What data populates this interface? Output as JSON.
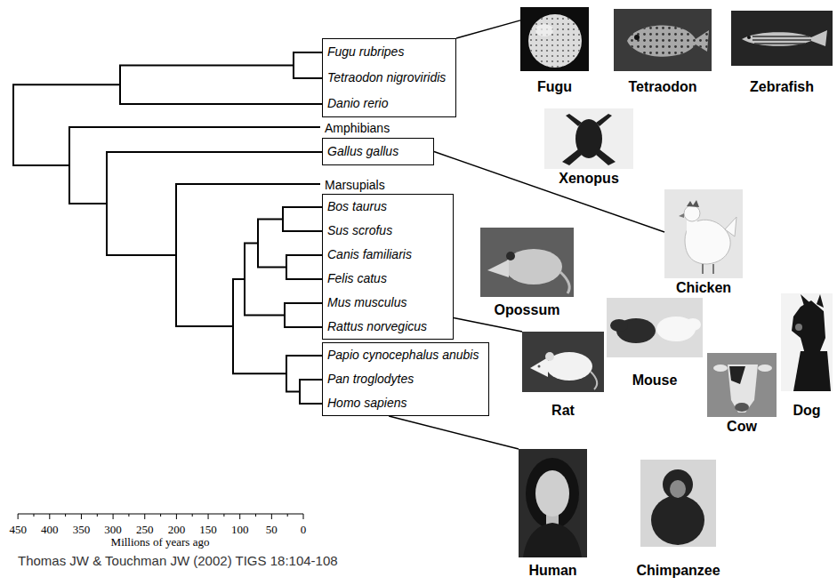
{
  "diagram": {
    "nodes": [
      {
        "text": [
          "Fugu rubripes",
          "Tetraodon nigroviridis",
          "Danio rerio"
        ]
      },
      {
        "text": [
          "Fugu"
        ]
      },
      {
        "text": [
          "Tetraodon"
        ]
      },
      {
        "text": [
          "Zebrafish"
        ]
      },
      {
        "text": [
          "Xenopus"
        ]
      },
      {
        "text": [
          "Gallus gallus"
        ]
      },
      {
        "text": [
          "Chicken"
        ]
      },
      {
        "text": [
          "Opossum"
        ]
      },
      {
        "text": [
          "Bos taurus",
          "Sus scrofus",
          "Canis familiaris",
          "Felis catus",
          "Mus musculus",
          "Rattus norvegicus"
        ]
      },
      {
        "text": [
          "Mouse"
        ]
      },
      {
        "text": [
          "Dog"
        ]
      },
      {
        "text": [
          "Rat"
        ]
      },
      {
        "text": [
          "Cow"
        ]
      },
      {
        "text": [
          "Papio cynocephalus anubis",
          "Pan troglodytes",
          "Homo sapiens"
        ]
      },
      {
        "text": [
          "Human"
        ]
      },
      {
        "text": [
          "Chimpanzee"
        ]
      }
    ],
    "edges": [
      {
        "from": 0,
        "to": 1,
        "arrow": "none"
      },
      {
        "from": 5,
        "to": 6,
        "arrow": "none"
      },
      {
        "from": 8,
        "to": 11,
        "arrow": "none"
      },
      {
        "from": 13,
        "to": 14,
        "arrow": "none"
      }
    ],
    "labels": [
      "Amphibians",
      "Marsupials",
      "450",
      "400",
      "350",
      "300",
      "250",
      "200",
      "150",
      "100",
      "50",
      "0",
      "Millions of years ago",
      "Thomas JW & Touchman JW (2002) TIGS 18:104-108"
    ]
  }
}
